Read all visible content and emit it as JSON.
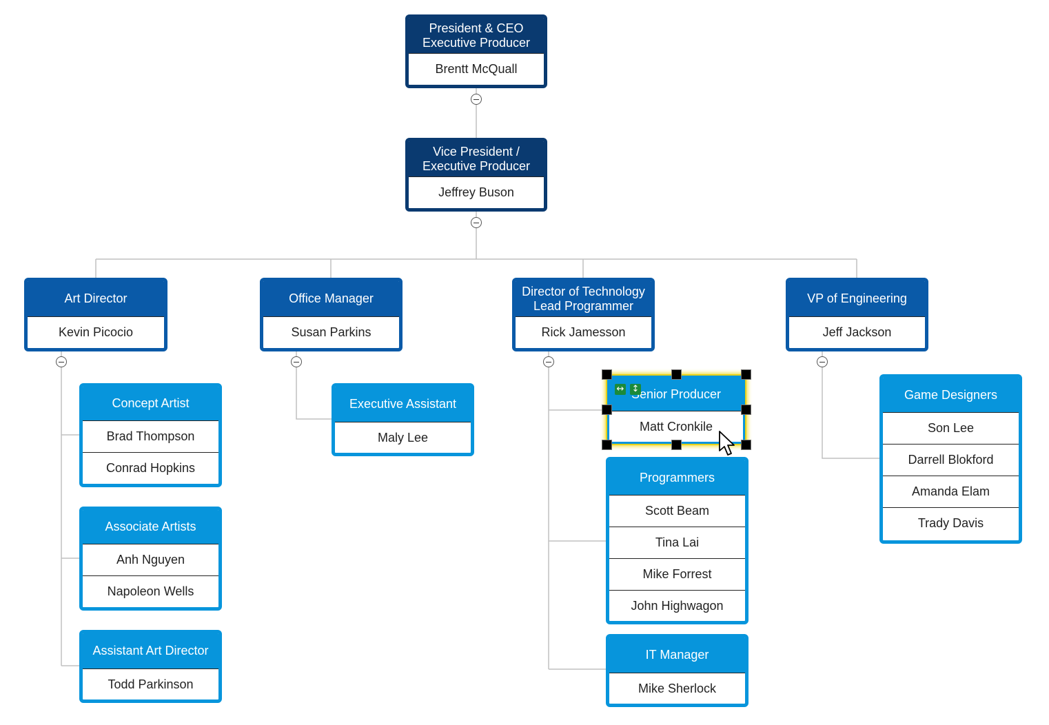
{
  "colors": {
    "dark": "#0a3a70",
    "mid": "#0a5aa8",
    "light": "#0795dc",
    "line": "#c0c0c0",
    "selection": "#e8d21a",
    "resize_icon": "#1b8a3a"
  },
  "nodes": {
    "ceo": {
      "title": "President & CEO\nExecutive Producer",
      "members": [
        "Brentt  McQuall"
      ]
    },
    "vp": {
      "title": "Vice President /\nExecutive Producer",
      "members": [
        "Jeffrey Buson"
      ]
    },
    "art_director": {
      "title": "Art Director",
      "members": [
        "Kevin Picocio"
      ]
    },
    "office_manager": {
      "title": "Office Manager",
      "members": [
        "Susan Parkins"
      ]
    },
    "dir_tech": {
      "title": "Director of Technology\nLead Programmer",
      "members": [
        "Rick Jamesson"
      ]
    },
    "vp_eng": {
      "title": "VP of Engineering",
      "members": [
        "Jeff Jackson"
      ]
    },
    "concept_artist": {
      "title": "Concept Artist",
      "members": [
        "Brad Thompson",
        "Conrad Hopkins"
      ]
    },
    "associate_artists": {
      "title": "Associate Artists",
      "members": [
        "Anh Nguyen",
        "Napoleon Wells"
      ]
    },
    "assistant_art_director": {
      "title": "Assistant Art Director",
      "members": [
        "Todd Parkinson"
      ]
    },
    "executive_assistant": {
      "title": "Executive Assistant",
      "members": [
        "Maly Lee"
      ]
    },
    "senior_producer": {
      "title": "Senior Producer",
      "members": [
        "Matt Cronkile"
      ]
    },
    "programmers": {
      "title": "Programmers",
      "members": [
        "Scott Beam",
        "Tina Lai",
        "Mike Forrest",
        "John Highwagon"
      ]
    },
    "it_manager": {
      "title": "IT Manager",
      "members": [
        "Mike Sherlock"
      ]
    },
    "game_designers": {
      "title": "Game Designers",
      "members": [
        "Son Lee",
        "Darrell Blokford",
        "Amanda Elam",
        "Trady Davis"
      ]
    }
  },
  "icons": {
    "collapse": "minus-circle-icon",
    "resize_horizontal": "resize-horizontal-icon",
    "resize_vertical": "resize-vertical-icon",
    "cursor": "mouse-pointer-icon"
  }
}
